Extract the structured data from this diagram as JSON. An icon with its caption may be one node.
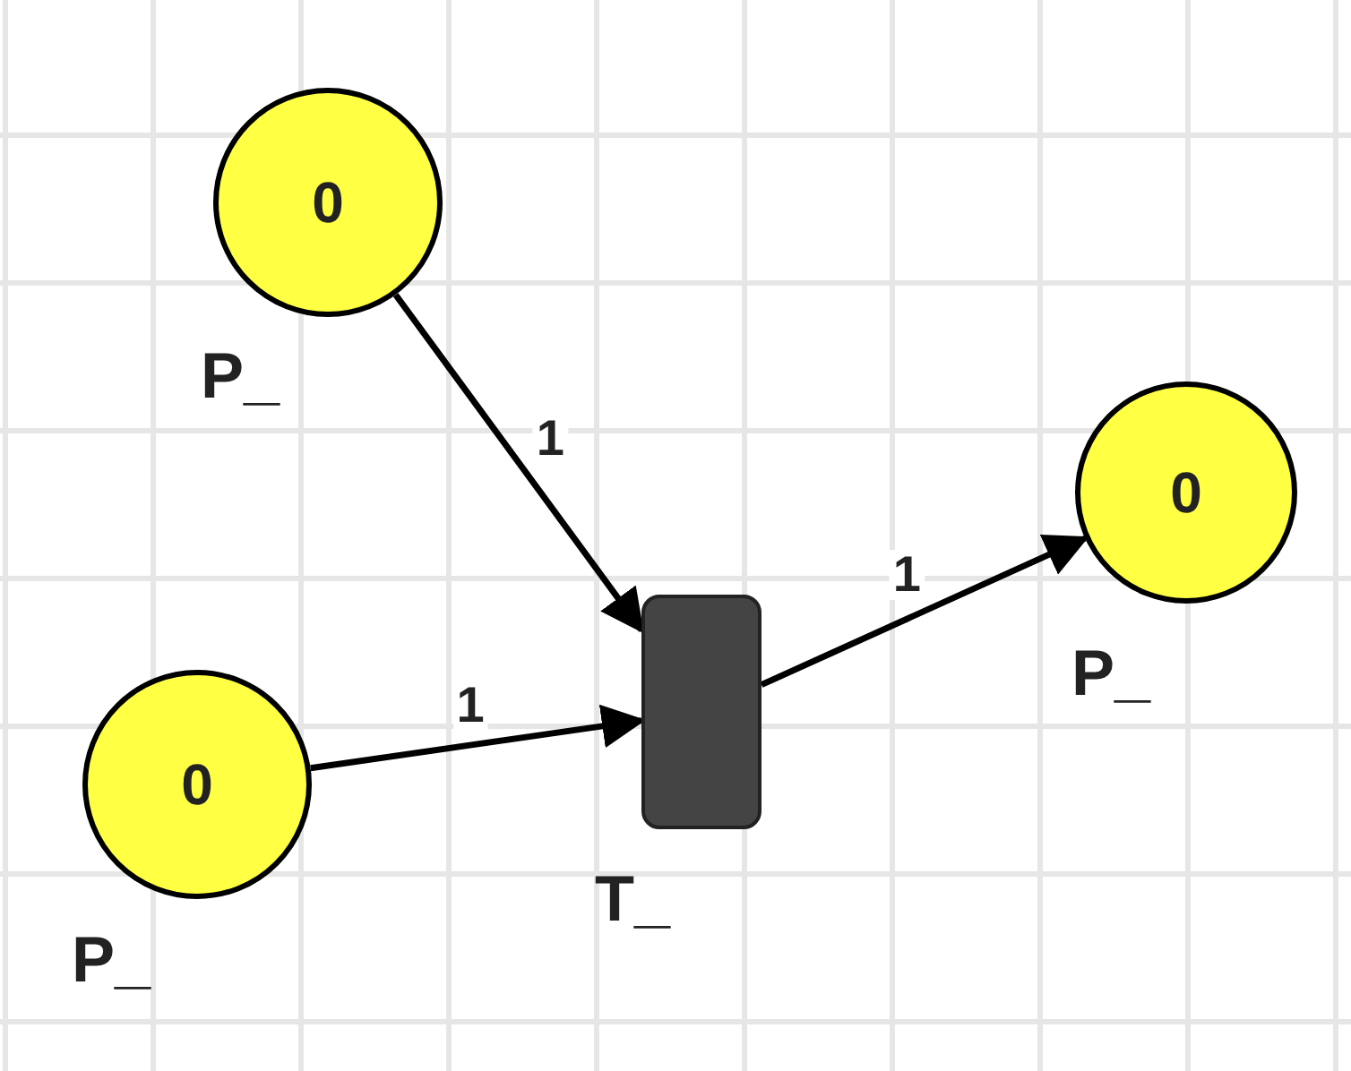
{
  "diagram": {
    "nodes": [
      {
        "text": [
          "0"
        ],
        "beside": [
          "P_"
        ]
      },
      {
        "text": [
          "0"
        ],
        "beside": [
          "P_"
        ]
      },
      {
        "text": [],
        "shape": "box",
        "beside": [
          "T_"
        ]
      },
      {
        "text": [
          "0"
        ],
        "beside": [
          "P_"
        ]
      }
    ],
    "edges": [
      {
        "from": 0,
        "to": 2,
        "arrow": "to",
        "label": "1"
      },
      {
        "from": 3,
        "to": 2,
        "arrow": "to",
        "label": "1"
      },
      {
        "from": 2,
        "to": 1,
        "arrow": "to",
        "label": "1"
      }
    ]
  }
}
